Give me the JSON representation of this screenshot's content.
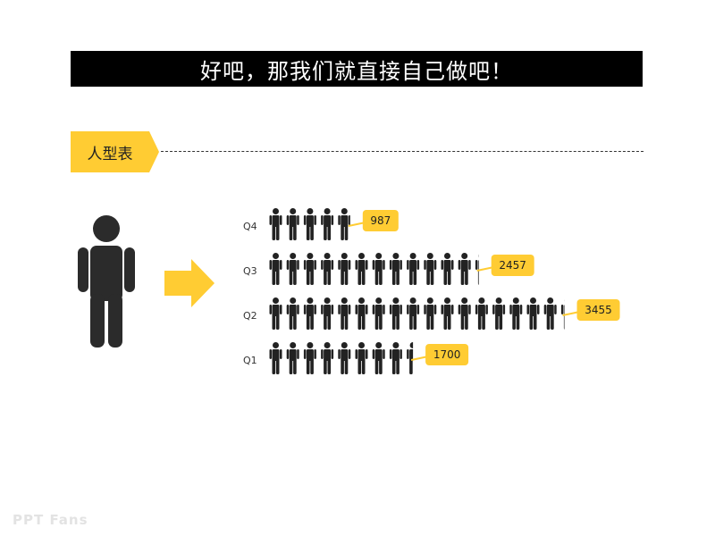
{
  "title": "好吧，那我们就直接自己做吧！",
  "section_label": "人型表",
  "watermark": "PPT Fans",
  "colors": {
    "accent": "#FFCC33",
    "title_bg": "#000000",
    "title_text": "#FFFFFF",
    "person": "#222222"
  },
  "icons": {
    "person": "person-icon",
    "arrow": "arrow-right-icon"
  },
  "chart_data": {
    "type": "bar",
    "style": "pictograph",
    "icon_unit": 200,
    "categories": [
      "Q4",
      "Q3",
      "Q2",
      "Q1"
    ],
    "values": [
      987,
      2457,
      3455,
      1700
    ]
  }
}
